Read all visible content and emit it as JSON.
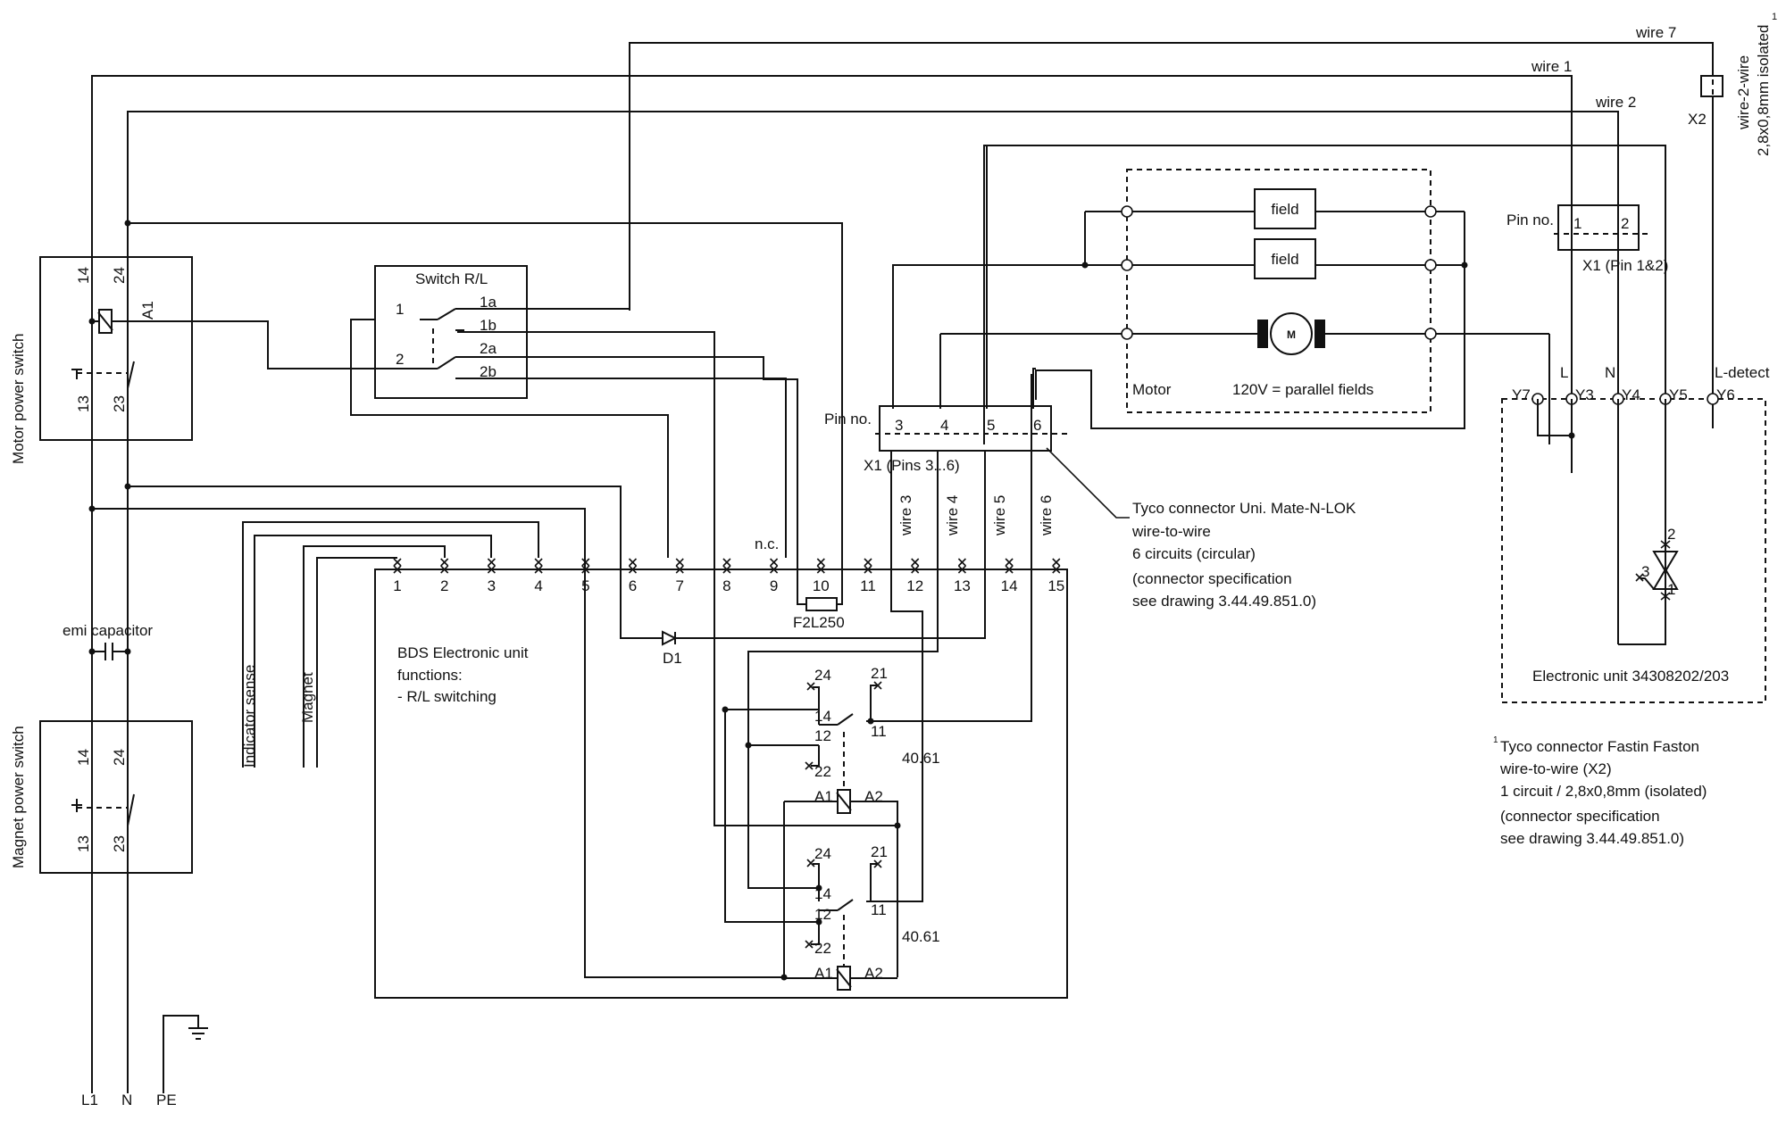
{
  "wires_top": {
    "wire7": "wire 7",
    "wire1": "wire 1",
    "wire2": "wire 2"
  },
  "x2_connector": {
    "label": "X2",
    "spec_line1": "wire-2-wire",
    "spec_line2": "2,8x0,8mm isolated",
    "footnote_mark": "1"
  },
  "motor_power_switch": {
    "title": "Motor power switch",
    "terminals": [
      "14",
      "24",
      "13",
      "23"
    ],
    "coil_label": "A1"
  },
  "magnet_power_switch": {
    "title": "Magnet power switch",
    "terminals": [
      "14",
      "24",
      "13",
      "23"
    ]
  },
  "switch_rl": {
    "title": "Switch R/L",
    "inputs": [
      "1",
      "2"
    ],
    "outputs": [
      "1a",
      "1b",
      "2a",
      "2b"
    ]
  },
  "motor": {
    "field1": "field",
    "field2": "field",
    "motor_symbol": "M",
    "label": "Motor",
    "note": "120V = parallel fields"
  },
  "x1_right": {
    "pin_no": "Pin no.",
    "pins": [
      "1",
      "2"
    ],
    "caption": "X1 (Pin 1&2)"
  },
  "x1_mid": {
    "pin_no": "Pin no.",
    "pins": [
      "3",
      "4",
      "5",
      "6"
    ],
    "caption": "X1 (Pins 3...6)"
  },
  "tyco_mid": {
    "line1": "Tyco connector Uni. Mate-N-LOK",
    "line2": "wire-to-wire",
    "line3": "6 circuits (circular)",
    "line4": "(connector specification",
    "line5": "see drawing 3.44.49.851.0)"
  },
  "mid_wires": [
    "wire 3",
    "wire 4",
    "wire 5",
    "wire 6"
  ],
  "electronic_unit_right": {
    "title": "Electronic unit 34308202/203",
    "top_labels": [
      "L",
      "N",
      "L-detect"
    ],
    "pins": [
      "Y7",
      "Y3",
      "Y4",
      "Y5",
      "Y6"
    ],
    "triac_pins": [
      "2",
      "3",
      "1"
    ]
  },
  "tyco_right": {
    "mark": "1",
    "line1": "Tyco connector Fastin Faston",
    "line2": "wire-to-wire (X2)",
    "line3": "1 circuit / 2,8x0,8mm (isolated)",
    "line4": "(connector specification",
    "line5": "see drawing 3.44.49.851.0)"
  },
  "emi": {
    "label": "emi capacitor"
  },
  "bds": {
    "terminals": [
      "1",
      "2",
      "3",
      "4",
      "5",
      "6",
      "7",
      "8",
      "9",
      "10",
      "11",
      "12",
      "13",
      "14",
      "15"
    ],
    "nc": "n.c.",
    "fuse": "F2L250",
    "diode": "D1",
    "line1": "BDS Electronic unit",
    "line2": "functions:",
    "line3": "- R/L switching",
    "indicator": "Indicator sense",
    "magnet": "Magnet"
  },
  "relays": [
    {
      "c24": "24",
      "c21": "21",
      "c14": "14",
      "c12": "12",
      "c11": "11",
      "c22": "22",
      "a1": "A1",
      "a2": "A2",
      "type": "40.61"
    },
    {
      "c24": "24",
      "c21": "21",
      "c14": "14",
      "c12": "12",
      "c11": "11",
      "c22": "22",
      "a1": "A1",
      "a2": "A2",
      "type": "40.61"
    }
  ],
  "supply": {
    "l1": "L1",
    "n": "N",
    "pe": "PE"
  }
}
